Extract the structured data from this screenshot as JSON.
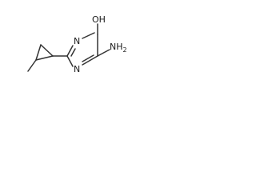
{
  "molecule": {
    "atoms": {
      "hydroxyl": "OH",
      "ring_n_top": "N",
      "ring_n_bottom": "N",
      "amino_main": "NH",
      "amino_sub": "2"
    }
  }
}
